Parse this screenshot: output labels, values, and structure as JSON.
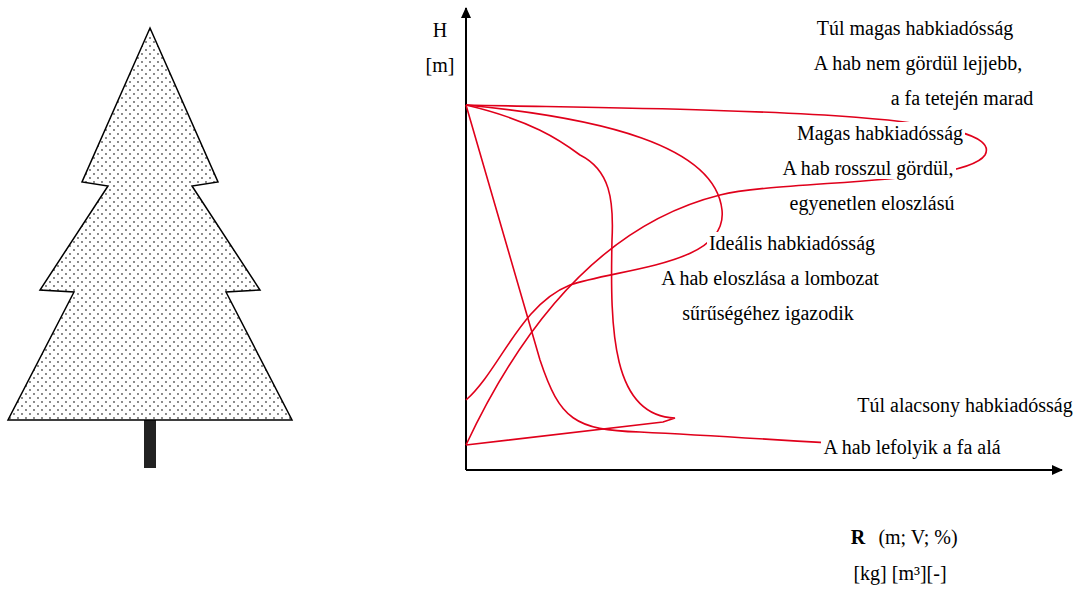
{
  "diagram": {
    "labels": [
      "H",
      "[m]",
      "Túl magas habkiadósság",
      "A hab nem gördül lejjebb,",
      "a fa tetején marad",
      "Magas habkiadósság",
      "A hab rosszul gördül,",
      "egyenetlen eloszlású",
      "Ideális habkiadósság",
      "A hab eloszlása a lombozat",
      "sűrűségéhez igazodik",
      "Túl alacsony habkiadósság",
      "A hab lefolyik a fa alá",
      "R",
      "(m; V; %)",
      "[kg] [m³][-]"
    ]
  }
}
